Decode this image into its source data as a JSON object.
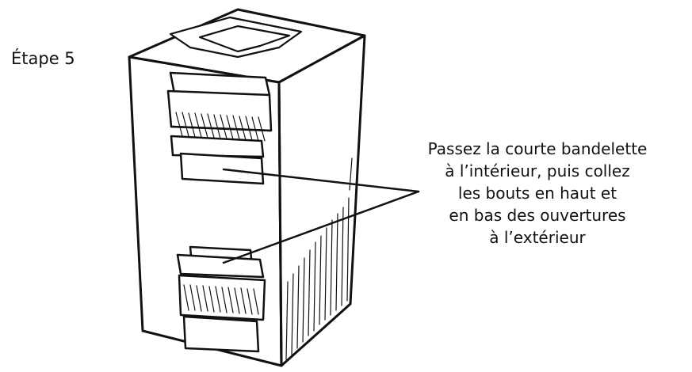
{
  "step": {
    "label": "Étape 5"
  },
  "instruction": {
    "lines": [
      "Passez la courte bandelette",
      "à l’intérieur, puis collez",
      "les bouts en haut et",
      "en bas des ouvertures",
      "à l’extérieur"
    ]
  },
  "colors": {
    "ink": "#111111",
    "paper": "#ffffff"
  }
}
